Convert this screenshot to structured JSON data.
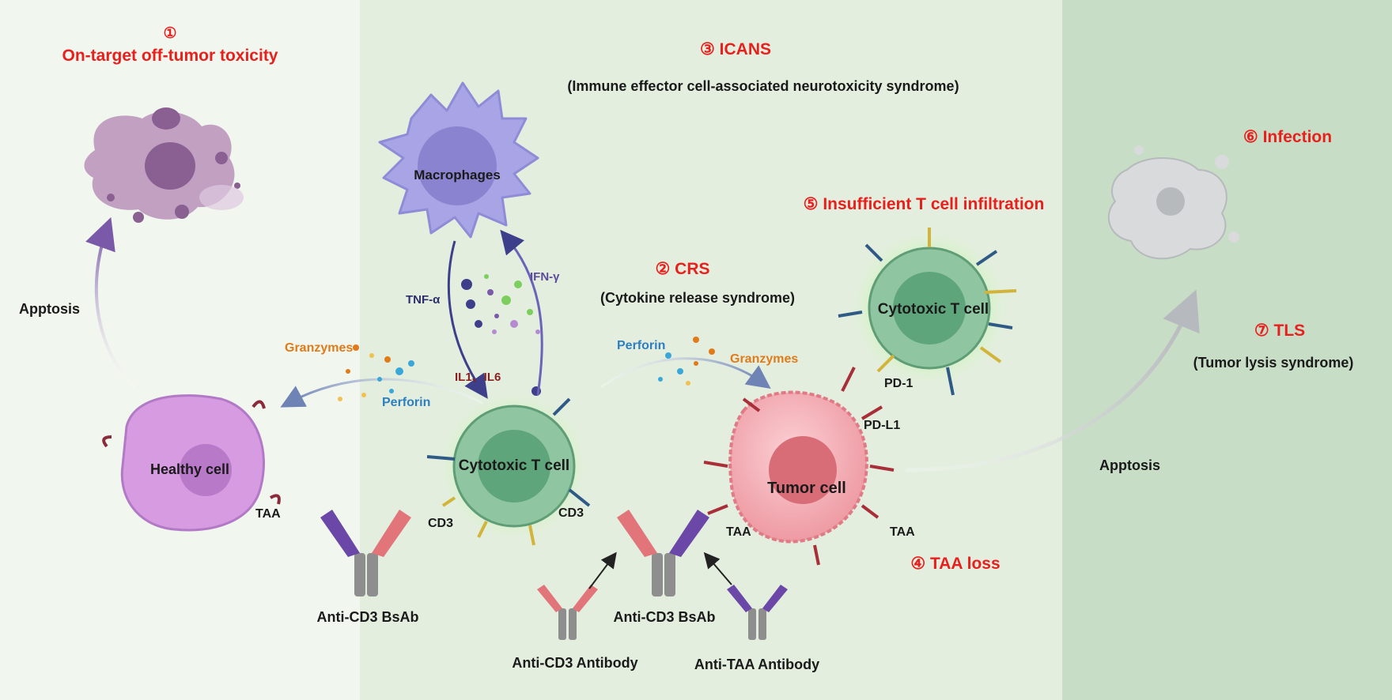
{
  "colors": {
    "panel_left": "#f1f6ee",
    "panel_middle": "#e3eedf",
    "panel_right": "#c8ddc6",
    "red_label": "#e8201d",
    "t_cell_fill": "#8fc6a1",
    "tumor_fill": "#f2aab0",
    "healthy_fill": "#d69be0",
    "macrophage_fill": "#a8a4e6",
    "arrow_purple": "#7a5aa8",
    "arrow_gray": "#b9bcc0"
  },
  "headings": {
    "toxicity_num": "①",
    "toxicity": "On-target off-tumor toxicity",
    "icans": "③ ICANS",
    "icans_full": "(Immune effector cell-associated neurotoxicity syndrome)",
    "crs": "② CRS",
    "crs_full": "(Cytokine release syndrome)",
    "infiltration": "⑤ Insufficient T cell infiltration",
    "infection": "⑥ Infection",
    "tls": "⑦ TLS",
    "tls_full": "(Tumor lysis syndrome)",
    "taa_loss": "④ TAA loss"
  },
  "cells": {
    "macrophages": "Macrophages",
    "cytotoxic_main": "Cytotoxic T cell",
    "cytotoxic_upper": "Cytotoxic T cell",
    "healthy": "Healthy cell",
    "tumor": "Tumor cell"
  },
  "labels": {
    "apoptosis_left": "Apptosis",
    "apoptosis_right": "Apptosis",
    "granzymes_left": "Granzymes",
    "perforin_left": "Perforin",
    "perforin_right": "Perforin",
    "granzymes_right": "Granzymes",
    "tnf": "TNF-α",
    "ifn": "IFN-γ",
    "il": "IL1、IL6",
    "cd3_left": "CD3",
    "cd3_right": "CD3",
    "taa_healthy": "TAA",
    "taa_tumor_left": "TAA",
    "taa_tumor_right": "TAA",
    "pd1": "PD-1",
    "pdl1": "PD-L1",
    "bsab_left": "Anti-CD3 BsAb",
    "bsab_center": "Anti-CD3 BsAb",
    "anti_cd3": "Anti-CD3 Antibody",
    "anti_taa": "Anti-TAA Antibody"
  }
}
